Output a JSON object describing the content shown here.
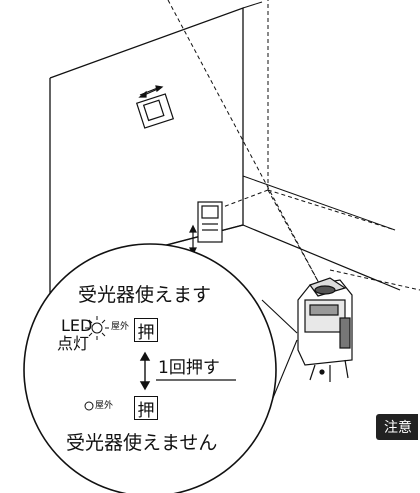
{
  "callout": {
    "title": "受光器使えます",
    "led_label_line1": "LED",
    "led_label_line2": "点灯",
    "outdoor_on_label": "屋外",
    "press_key_top": "押",
    "press_once": "1回押す",
    "outdoor_off_label": "屋外",
    "press_key_bottom": "押",
    "footer": "受光器使えません"
  },
  "badge": {
    "label": "注意"
  }
}
